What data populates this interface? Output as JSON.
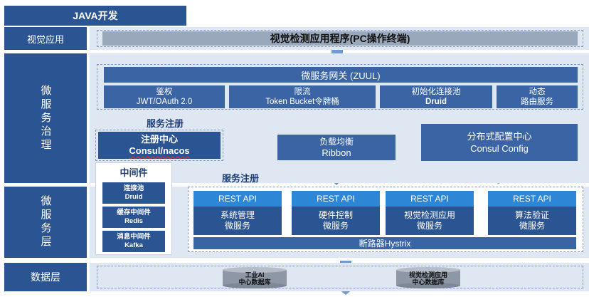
{
  "title": "JAVA开发",
  "layers": {
    "vision_app": "视觉应用",
    "service_governance": "微服务治理",
    "service_layer": "微服务层",
    "data_layer": "数据层"
  },
  "top_app": "视觉检测应用程序(PC操作终端)",
  "gateway": "微服务网关 (ZUUL)",
  "gateway_items": [
    {
      "line1": "鉴权",
      "line2": "JWT/OAuth 2.0"
    },
    {
      "line1": "限流",
      "line2": "Token Bucket令牌桶"
    },
    {
      "line1": "初始化连接池",
      "line2": "Druid"
    },
    {
      "line1": "动态",
      "line2": "路由服务"
    }
  ],
  "service_register_label": "服务注册",
  "registry": {
    "line1": "注册中心",
    "line2": "Consul/nacos"
  },
  "load_balancer": {
    "line1": "负载均衡",
    "line2": "Ribbon"
  },
  "config_center": {
    "line1": "分布式配置中心",
    "line2": "Consul Config"
  },
  "middleware": {
    "title": "中间件",
    "items": [
      {
        "line1": "连接池",
        "line2": "Druid"
      },
      {
        "line1": "缓存中间件",
        "line2": "Redis"
      },
      {
        "line1": "消息中间件",
        "line2": "Kafka"
      }
    ]
  },
  "microservices": [
    {
      "api": "REST API",
      "line1": "系统管理",
      "line2": "微服务"
    },
    {
      "api": "REST API",
      "line1": "硬件控制",
      "line2": "微服务"
    },
    {
      "api": "REST API",
      "line1": "视觉检测应用",
      "line2": "微服务"
    },
    {
      "api": "REST API",
      "line1": "算法验证",
      "line2": "微服务"
    }
  ],
  "circuit_breaker": "断路器Hystrix",
  "databases": [
    {
      "line1": "工业AI",
      "line2": "中心数据库"
    },
    {
      "line1": "视觉检测应用",
      "line2": "中心数据库"
    }
  ],
  "colors": {
    "navy": "#2b5592",
    "light_panel": "#dfe7f3",
    "rest_api": "#2e87d6",
    "arrow": "#6f9ad6",
    "register_arrow": "#c0392b"
  }
}
